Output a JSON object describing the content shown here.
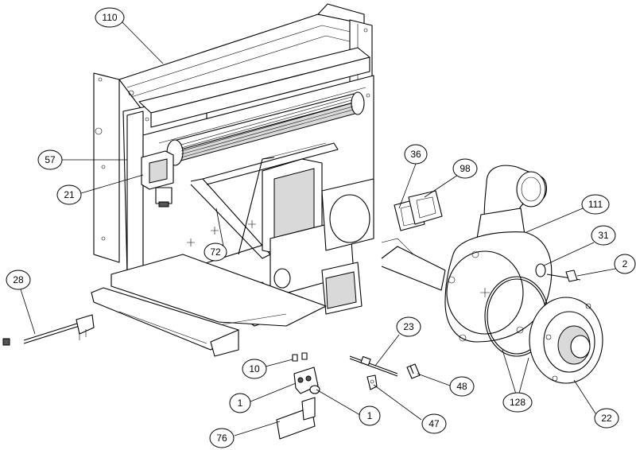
{
  "callouts": [
    {
      "label": "110"
    },
    {
      "label": "57"
    },
    {
      "label": "21"
    },
    {
      "label": "72"
    },
    {
      "label": "28"
    },
    {
      "label": "36"
    },
    {
      "label": "98"
    },
    {
      "label": "111"
    },
    {
      "label": "31"
    },
    {
      "label": "2"
    },
    {
      "label": "23"
    },
    {
      "label": "10"
    },
    {
      "label": "1"
    },
    {
      "label": "1"
    },
    {
      "label": "76"
    },
    {
      "label": "48"
    },
    {
      "label": "47"
    },
    {
      "label": "128"
    },
    {
      "label": "22"
    }
  ]
}
